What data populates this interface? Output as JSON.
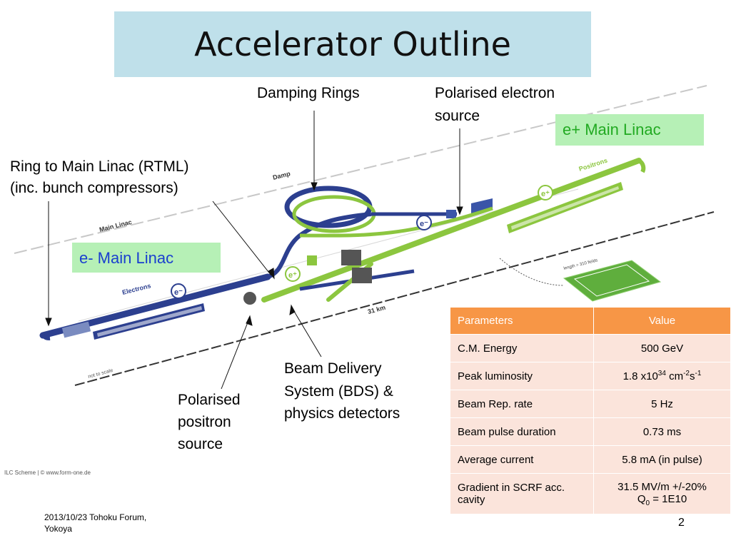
{
  "title": "Accelerator Outline",
  "labels": {
    "damping_rings": "Damping Rings",
    "pol_electron_1": "Polarised electron",
    "pol_electron_2": "source",
    "rtml_1": "Ring to Main Linac (RTML)",
    "rtml_2": "(inc. bunch compressors)",
    "bds_1": "Beam Delivery",
    "bds_2": "System (BDS) &",
    "bds_3": "physics detectors",
    "pos_1": "Polarised",
    "pos_2": "positron",
    "pos_3": "source"
  },
  "boxes": {
    "e_plus_main_linac": "e+ Main Linac",
    "e_minus_main_linac": "e- Main Linac"
  },
  "diagram_text": {
    "main_linac": "Main Linac",
    "electrons": "Electrons",
    "positrons": "Positrons",
    "damp": "Damp",
    "length_31km": "31 km",
    "e_minus_sym": "e⁻",
    "e_plus_sym": "e⁺",
    "not_to_scale": "not to scale",
    "field_length": "length = 310 fields",
    "credit": "ILC Scheme | © www.form-one.de"
  },
  "table": {
    "header": {
      "param": "Parameters",
      "value": "Value"
    },
    "rows": [
      {
        "param": "C.M.  Energy",
        "value": "500 GeV"
      },
      {
        "param": "Peak luminosity",
        "value_pre": "1.8 x10",
        "value_exp": "34",
        "value_mid": " cm",
        "value_exp2": "-2",
        "value_mid2": "s",
        "value_exp3": "-1"
      },
      {
        "param": "Beam Rep. rate",
        "value": "5 Hz"
      },
      {
        "param": "Beam pulse duration",
        "value": "0.73 ms"
      },
      {
        "param": "Average current",
        "value": "5.8 mA (in pulse)"
      },
      {
        "param": "Gradient in SCRF acc. cavity",
        "value": "31.5 MV/m +/-20%",
        "value2_pre": "Q",
        "value2_sub": "0",
        "value2_post": " = 1E10"
      }
    ]
  },
  "footer": {
    "line1": "2013/10/23 Tohoku Forum,",
    "line2": "Yokoya"
  },
  "page_number": "2",
  "colors": {
    "electron_line": "#2c3f8f",
    "positron_line": "#8cc63f",
    "title_bg": "#bfe0ea",
    "table_header": "#f79646",
    "table_cell": "#fbe4db"
  }
}
